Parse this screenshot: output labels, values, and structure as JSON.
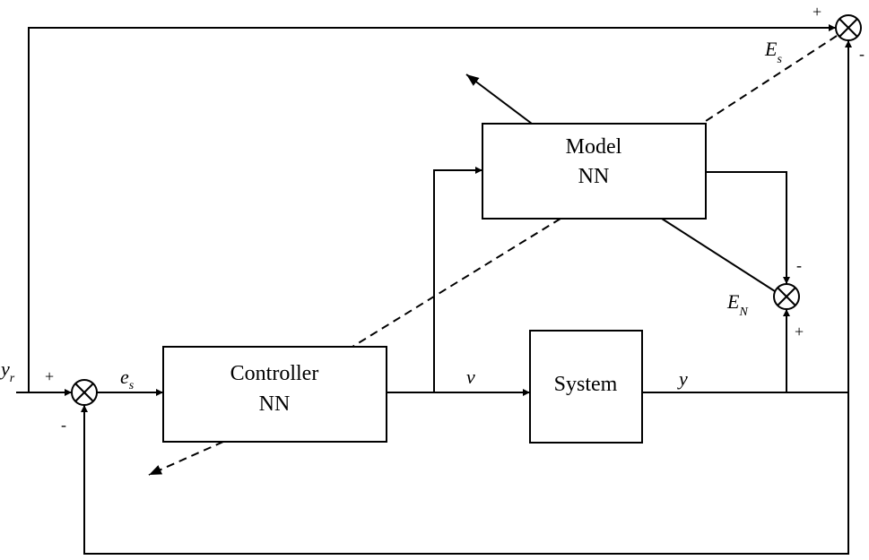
{
  "blocks": {
    "model": {
      "line1": "Model",
      "line2": "NN"
    },
    "controller": {
      "line1": "Controller",
      "line2": "NN"
    },
    "system": {
      "label": "System"
    }
  },
  "signals": {
    "reference": {
      "base": "y",
      "sub": "r"
    },
    "controller_error": {
      "base": "e",
      "sub": "s"
    },
    "system_error": {
      "base": "E",
      "sub": "s"
    },
    "model_error": {
      "base": "E",
      "sub": "N"
    },
    "control_input": "v",
    "output": "y"
  },
  "signs": {
    "left_sum_plus": "+",
    "left_sum_minus": "-",
    "top_sum_plus": "+",
    "top_sum_minus": "-",
    "model_sum_minus": "-",
    "model_sum_plus": "+"
  }
}
